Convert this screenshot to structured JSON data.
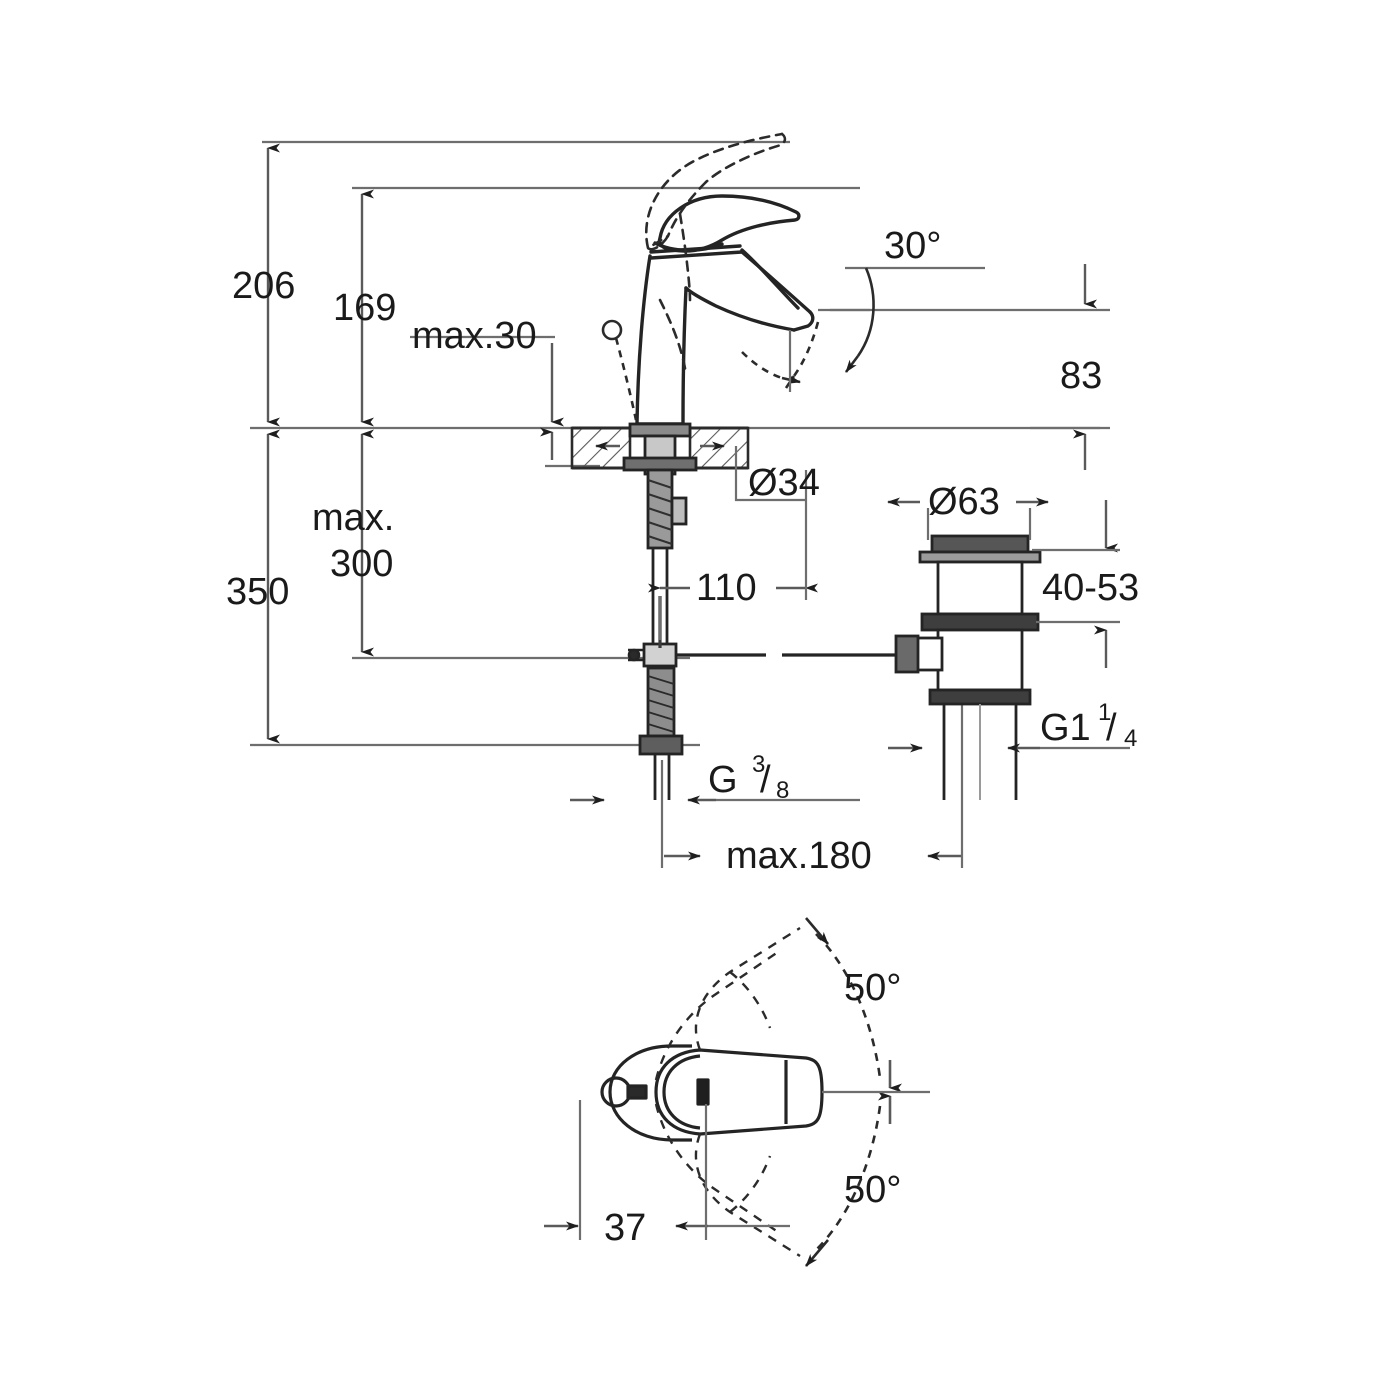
{
  "drawing": {
    "title": "Single-lever basin mixer dimensional drawing",
    "units": "mm",
    "line_color": "#3c3c3c",
    "text_color": "#1a1a1a",
    "hatch_color": "#555555"
  },
  "side_view": {
    "dimensions": {
      "total_height": "206",
      "spout_height": "169",
      "max_thickness": "max.30",
      "spout_reach_side": "83",
      "below_deck": "350",
      "max_tail": "max.\n300",
      "max_tail_line1": "max.",
      "max_tail_line2": "300",
      "shank_dia": "Ø34",
      "hose_offset": "110",
      "thread_supply": "G",
      "thread_supply_num": "3",
      "thread_supply_den": "8",
      "max_span": "max.180",
      "swivel_angle": "30°"
    }
  },
  "waste_view": {
    "dimensions": {
      "flange_dia": "Ø63",
      "thickness_range": "40-53",
      "thread_waste": "G1",
      "thread_waste_num": "1",
      "thread_waste_den": "4"
    }
  },
  "top_view": {
    "dimensions": {
      "lever_offset": "37",
      "swivel_left": "50°",
      "swivel_right": "50°"
    }
  }
}
